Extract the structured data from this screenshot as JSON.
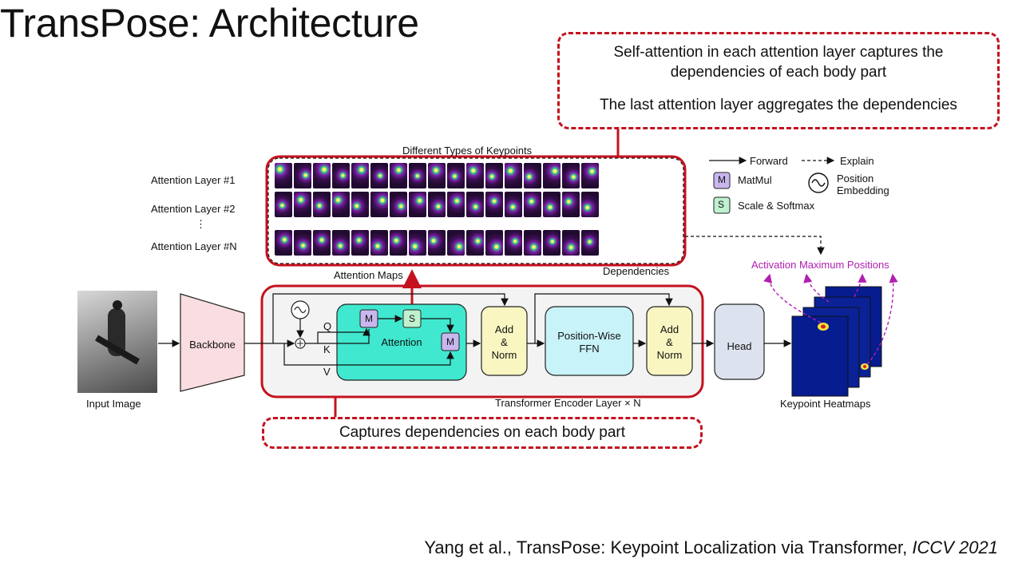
{
  "slide": {
    "title": "TransPose: Architecture",
    "citation_main": "Yang et al., TransPose: Keypoint Localization via Transformer, ",
    "citation_venue": "ICCV 2021"
  },
  "callouts": {
    "top_line1": "Self-attention in each attention layer captures the",
    "top_line2": "dependencies of each body part",
    "top_line3": "The last attention layer aggregates the dependencies",
    "bottom": "Captures dependencies on each body part"
  },
  "figure": {
    "different_types": "Different Types of Keypoints",
    "layers": [
      "Attention Layer #1",
      "Attention Layer #2",
      "Attention Layer #N"
    ],
    "vdots": "⋮",
    "attention_maps": "Attention Maps",
    "dependencies": "Dependencies",
    "input_image": "Input Image",
    "backbone": "Backbone",
    "q": "Q",
    "k": "K",
    "v": "V",
    "m": "M",
    "s": "S",
    "attention": "Attention",
    "add_norm": [
      "Add",
      "&",
      "Norm"
    ],
    "ffn_line1": "Position-Wise",
    "ffn_line2": "FFN",
    "head": "Head",
    "encoder_label": "Transformer Encoder Layer × N",
    "keypoint_heatmaps": "Keypoint Heatmaps",
    "activation_positions": "Activation Maximum Positions",
    "legend": {
      "forward": "Forward",
      "explain": "Explain",
      "matmul": "MatMul",
      "position": "Position",
      "embedding": "Embedding",
      "scale_softmax": "Scale & Softmax"
    }
  },
  "colors": {
    "red": "#c4121f",
    "attention_teal": "#40e8cf",
    "add_norm_yellow": "#f9f6c2",
    "ffn_cyan": "#c8f3f8",
    "backbone_pink": "#f9dde0",
    "head_gray": "#dde3ee",
    "heatmap_navy": "#071c8f",
    "magenta": "#b01fb0"
  }
}
